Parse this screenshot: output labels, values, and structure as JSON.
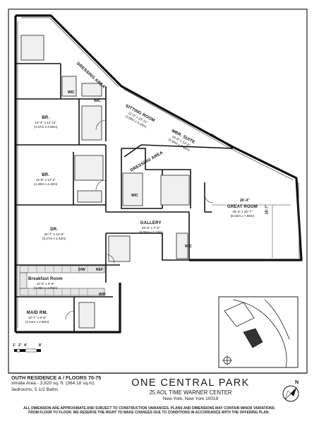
{
  "rooms": {
    "dressing_area_top": "DRESSING AREA",
    "wic_top": "WIC",
    "wic_top2": "WIC",
    "sitting_room": {
      "name": "SITTING ROOM",
      "dims1": "12'-0\" x 10'-11\"",
      "dims2": "(3.66m x 3.33m)"
    },
    "br1": {
      "name": "BR.",
      "dims1": "14'-4\" x 14'-11\"",
      "dims2": "(4.37m x 4.55m)"
    },
    "mbr_suite": {
      "name": "MBR. SUITE",
      "dims1": "19'-6\" x 13'-0\"",
      "dims2": "(5.94m x 3.96m)"
    },
    "dressing_area_mid": "DRESSING AREA",
    "br2": {
      "name": "BR.",
      "dims1": "14'-8\" x 14'-2\"",
      "dims2": "(4.49m x 4.32m)"
    },
    "wic_mid": "WIC",
    "great_room": {
      "name": "GREAT ROOM",
      "dims1": "26'-4\" x 25'-7\"",
      "dims2": "(8.02m x 7.80m)",
      "dim_top": "26'-4\"",
      "dim_side": "25'-7\""
    },
    "gallery": {
      "name": "GALLERY",
      "dims1": "29'-8\" x 7'-0\"",
      "dims2": "(9.05m x 2.13m)"
    },
    "wic_right": "WIC",
    "dr": {
      "name": "DR.",
      "dims1": "20'-7\" x 14'-6\"",
      "dims2": "(6.27m x 4.42m)"
    },
    "breakfast": {
      "name": "Breakfast Room",
      "dims1": "11'-0\" x 6'-9\"",
      "dims2": "(3.35m x 2.06m)"
    },
    "maid_rm": {
      "name": "MAID RM.",
      "dims1": "13'-7\" x 9'-6\"",
      "dims2": "(4.14m x 2.90m)"
    },
    "appliances": {
      "dw": "D/W",
      "ref": "REF",
      "wd": "W/D"
    }
  },
  "scale_bar": {
    "s0": "1'",
    "s2": "2'",
    "s4": "4'",
    "s8": "8'"
  },
  "footer": {
    "residence": "OUTH RESIDENCE A / FLOORS 70-75",
    "area": "ximate Area - 3,920 sq. ft. (364.18 sq.m)",
    "rooms": "3edrooms, 5 1/2 Baths",
    "brand": "ONE CENTRAL PARK",
    "address1": "25 AOL TIME WARNER CENTER",
    "address2": "New York, New York 10019",
    "disclaimer1": "ALL DIMENSION ARE APPROXIMATE AND SUBJECT TO CONSTRUCTION VARIANCES. PLANS AND DIMENSIONS MAY CONTAIN MINOR VARIATIONS",
    "disclaimer2": "FROM FLOOR TO FLOOR. WE RESERVE THE RIGHT TO MAKE CHANGES DUE TO CONDITIONS IN ACCORDANCE WITH THE OFFERING PLAN.",
    "north": "N"
  }
}
